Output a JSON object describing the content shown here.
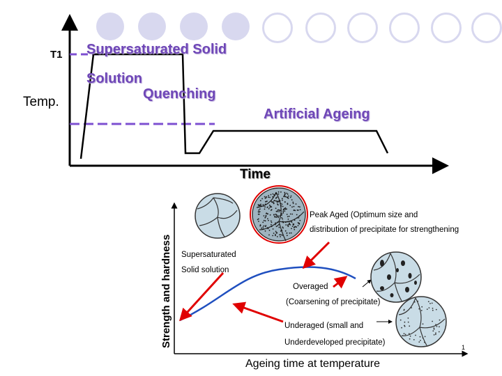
{
  "top_diagram": {
    "t1_label": "T1",
    "temp_label": "Temp.",
    "solution_title_line1": "Supersaturated Solid",
    "solution_title_line2": "Solution",
    "quenching_label": "Quenching",
    "artificial_ageing_label": "Artificial Ageing",
    "time_label": "Time"
  },
  "ageing_diagram": {
    "y_axis_label": "Strength and hardness",
    "x_axis_label": "Ageing time at temperature",
    "annotations": {
      "peak_aged_line1": "Peak Aged (Optimum size and",
      "peak_aged_line2": "distribution of precipitate for strengthening",
      "supersaturated_line1": "Supersaturated",
      "supersaturated_line2": "Solid solution",
      "overaged_line1": "Overaged",
      "overaged_line2": "(Coarsening of precipitate)",
      "underaged_line1": "Underaged (small and",
      "underaged_line2": "Underdeveloped precipitate)"
    }
  },
  "slide_number": "1",
  "colors": {
    "accent_purple": "#6f47b7",
    "decor_circles": "#d8d8ef",
    "arrow_red": "#e00000",
    "curve_blue": "#1f4fbf",
    "grain_fill": "#c9dce6"
  }
}
